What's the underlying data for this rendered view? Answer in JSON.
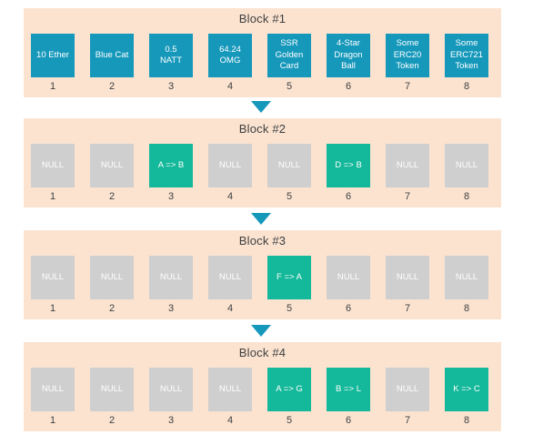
{
  "colors": {
    "block_bg": "#fbe3d0",
    "value_cell": "#1698bb",
    "transfer_cell": "#14b89a",
    "null_cell": "#cfcfcf",
    "arrow": "#1698bb",
    "text": "#3f3f3f"
  },
  "blocks": [
    {
      "title": "Block #1",
      "cells": [
        {
          "index": "1",
          "text": "10 Ether",
          "kind": "blue"
        },
        {
          "index": "2",
          "text": "Blue Cat",
          "kind": "blue"
        },
        {
          "index": "3",
          "text": "0.5\nNATT",
          "kind": "blue"
        },
        {
          "index": "4",
          "text": "64.24\nOMG",
          "kind": "blue"
        },
        {
          "index": "5",
          "text": "SSR\nGolden\nCard",
          "kind": "blue"
        },
        {
          "index": "6",
          "text": "4-Star\nDragon\nBall",
          "kind": "blue"
        },
        {
          "index": "7",
          "text": "Some\nERC20\nToken",
          "kind": "blue"
        },
        {
          "index": "8",
          "text": "Some\nERC721\nToken",
          "kind": "blue"
        }
      ]
    },
    {
      "title": "Block #2",
      "cells": [
        {
          "index": "1",
          "text": "NULL",
          "kind": "null"
        },
        {
          "index": "2",
          "text": "NULL",
          "kind": "null"
        },
        {
          "index": "3",
          "text": "A => B",
          "kind": "green"
        },
        {
          "index": "4",
          "text": "NULL",
          "kind": "null"
        },
        {
          "index": "5",
          "text": "NULL",
          "kind": "null"
        },
        {
          "index": "6",
          "text": "D => B",
          "kind": "green"
        },
        {
          "index": "7",
          "text": "NULL",
          "kind": "null"
        },
        {
          "index": "8",
          "text": "NULL",
          "kind": "null"
        }
      ]
    },
    {
      "title": "Block #3",
      "cells": [
        {
          "index": "1",
          "text": "NULL",
          "kind": "null"
        },
        {
          "index": "2",
          "text": "NULL",
          "kind": "null"
        },
        {
          "index": "3",
          "text": "NULL",
          "kind": "null"
        },
        {
          "index": "4",
          "text": "NULL",
          "kind": "null"
        },
        {
          "index": "5",
          "text": "F => A",
          "kind": "green"
        },
        {
          "index": "6",
          "text": "NULL",
          "kind": "null"
        },
        {
          "index": "7",
          "text": "NULL",
          "kind": "null"
        },
        {
          "index": "8",
          "text": "NULL",
          "kind": "null"
        }
      ]
    },
    {
      "title": "Block #4",
      "cells": [
        {
          "index": "1",
          "text": "NULL",
          "kind": "null"
        },
        {
          "index": "2",
          "text": "NULL",
          "kind": "null"
        },
        {
          "index": "3",
          "text": "NULL",
          "kind": "null"
        },
        {
          "index": "4",
          "text": "NULL",
          "kind": "null"
        },
        {
          "index": "5",
          "text": "A => G",
          "kind": "green"
        },
        {
          "index": "6",
          "text": "B => L",
          "kind": "green"
        },
        {
          "index": "7",
          "text": "NULL",
          "kind": "null"
        },
        {
          "index": "8",
          "text": "K => C",
          "kind": "green"
        }
      ]
    }
  ]
}
